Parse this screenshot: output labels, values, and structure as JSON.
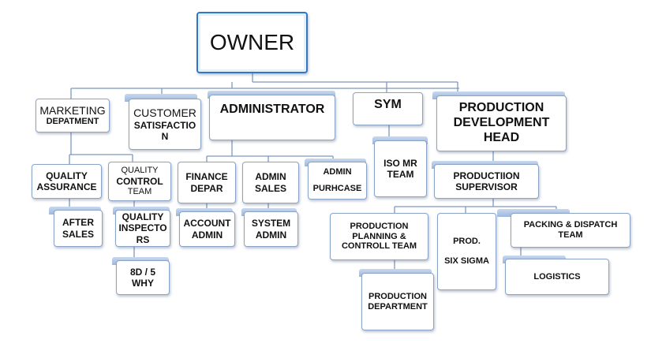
{
  "colors": {
    "border": "#8aa4c8",
    "connector": "#7d98c0",
    "owner_border": "#2f77c9",
    "tab": "#9db7dc"
  },
  "owner": "OWNER",
  "level1": {
    "marketing": {
      "line1": "MARKETING",
      "line2": "DEPATMENT"
    },
    "customer": {
      "line1": "CUSTOMER",
      "line2": "SATISFACTIO\nN"
    },
    "administrator": "ADMINISTRATOR",
    "sym": "SYM",
    "production_head": "PRODUCTION\nDEVELOPMENT\nHEAD"
  },
  "marketing_branch": {
    "quality_assurance": "QUALITY\nASSURANCE",
    "after_sales": "AFTER\nSALES"
  },
  "customer_branch": {
    "quality_control": {
      "line1": "QUALITY",
      "line2": "CONTROL",
      "line3": "TEAM"
    },
    "quality_inspectors": "QUALITY\nINSPECTO\nRS",
    "eight_d": "8D / 5\nWHY"
  },
  "admin_branch": {
    "finance": "FINANCE\nDEPAR",
    "account_admin": "ACCOUNT\nADMIN",
    "admin_sales": "ADMIN\nSALES",
    "system_admin": "SYSTEM\nADMIN",
    "admin_purchase": {
      "line1": "ADMIN",
      "line2": "PURHCASE"
    }
  },
  "sym_branch": {
    "iso_mr": "ISO  MR\nTEAM"
  },
  "production_branch": {
    "supervisor": "PRODUCTIION\nSUPERVISOR",
    "planning": "PRODUCTION\nPLANNING &\nCONTROLL TEAM",
    "six_sigma": "PROD.\n\nSIX SIGMA",
    "packing": "PACKING & DISPATCH\nTEAM",
    "logistics": "LOGISTICS",
    "production_dept": "PRODUCTION\nDEPARTMENT"
  }
}
